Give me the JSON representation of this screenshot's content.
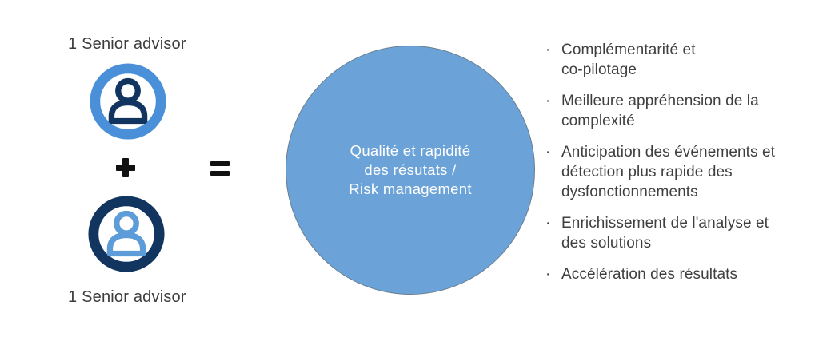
{
  "left_panel": {
    "advisor_top_label": "1 Senior advisor",
    "advisor_bottom_label": "1 Senior advisor",
    "plus_icon": "plus-sign",
    "equals_icon": "equals-sign",
    "person_icon": "person-in-circle-icon"
  },
  "circle": {
    "text": "Qualité et rapidité\ndes résutats /\nRisk management"
  },
  "benefits": {
    "bullet_glyph": "·",
    "items": [
      "Complémentarité et\nco-pilotage",
      "Meilleure appréhension de la\ncomplexité",
      "Anticipation des événements et\ndétection plus rapide des\ndysfonctionnements",
      "Enrichissement de l'analyse et\ndes solutions",
      "Accélération des résultats"
    ]
  },
  "colors": {
    "light_blue": "#4a90d8",
    "light_blue_soft": "#5b9cd9",
    "navy": "#123560",
    "circle_fill": "#6ba3d8",
    "text_dark": "#3f3f3f",
    "sign_black": "#111111"
  }
}
